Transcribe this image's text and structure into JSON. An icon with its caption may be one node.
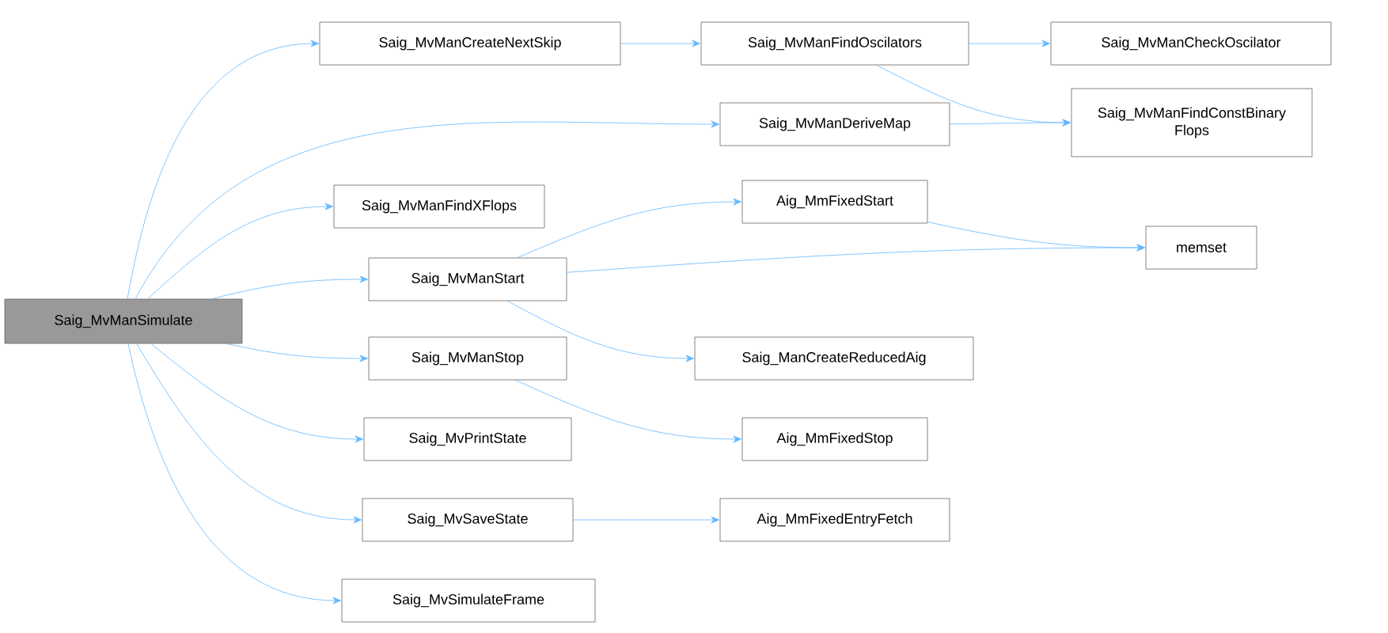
{
  "diagram": {
    "nodes": [
      {
        "text": [
          "Saig_MvManSimulate"
        ]
      },
      {
        "text": [
          "Saig_MvManCreateNextSkip"
        ]
      },
      {
        "text": [
          "Saig_MvManFindOscilators"
        ]
      },
      {
        "text": [
          "Saig_MvManCheckOscilator"
        ]
      },
      {
        "text": [
          "Saig_MvManDeriveMap"
        ]
      },
      {
        "text": [
          "Saig_MvManFindConstBinary Flops"
        ]
      },
      {
        "text": [
          "Saig_MvManFindXFlops"
        ]
      },
      {
        "text": [
          "Saig_MvManStart"
        ]
      },
      {
        "text": [
          "Aig_MmFixedStart"
        ]
      },
      {
        "text": [
          "memset"
        ]
      },
      {
        "text": [
          "Saig_ManCreateReducedAig"
        ]
      },
      {
        "text": [
          "Saig_MvManStop"
        ]
      },
      {
        "text": [
          "Aig_MmFixedStop"
        ]
      },
      {
        "text": [
          "Saig_MvPrintState"
        ]
      },
      {
        "text": [
          "Saig_MvSaveState"
        ]
      },
      {
        "text": [
          "Aig_MmFixedEntryFetch"
        ]
      },
      {
        "text": [
          "Saig_MvSimulateFrame"
        ]
      }
    ],
    "edges": [
      {
        "from": 0,
        "to": 1,
        "arrow": "to"
      },
      {
        "from": 0,
        "to": 4,
        "arrow": "to"
      },
      {
        "from": 0,
        "to": 6,
        "arrow": "to"
      },
      {
        "from": 0,
        "to": 7,
        "arrow": "to"
      },
      {
        "from": 0,
        "to": 11,
        "arrow": "to"
      },
      {
        "from": 0,
        "to": 13,
        "arrow": "to"
      },
      {
        "from": 0,
        "to": 14,
        "arrow": "to"
      },
      {
        "from": 0,
        "to": 16,
        "arrow": "to"
      },
      {
        "from": 1,
        "to": 2,
        "arrow": "to"
      },
      {
        "from": 2,
        "to": 3,
        "arrow": "to"
      },
      {
        "from": 2,
        "to": 5,
        "arrow": "to"
      },
      {
        "from": 4,
        "to": 5,
        "arrow": "to"
      },
      {
        "from": 7,
        "to": 8,
        "arrow": "to"
      },
      {
        "from": 7,
        "to": 9,
        "arrow": "to"
      },
      {
        "from": 7,
        "to": 10,
        "arrow": "to"
      },
      {
        "from": 8,
        "to": 9,
        "arrow": "to"
      },
      {
        "from": 11,
        "to": 12,
        "arrow": "to"
      },
      {
        "from": 14,
        "to": 15,
        "arrow": "to"
      }
    ]
  }
}
